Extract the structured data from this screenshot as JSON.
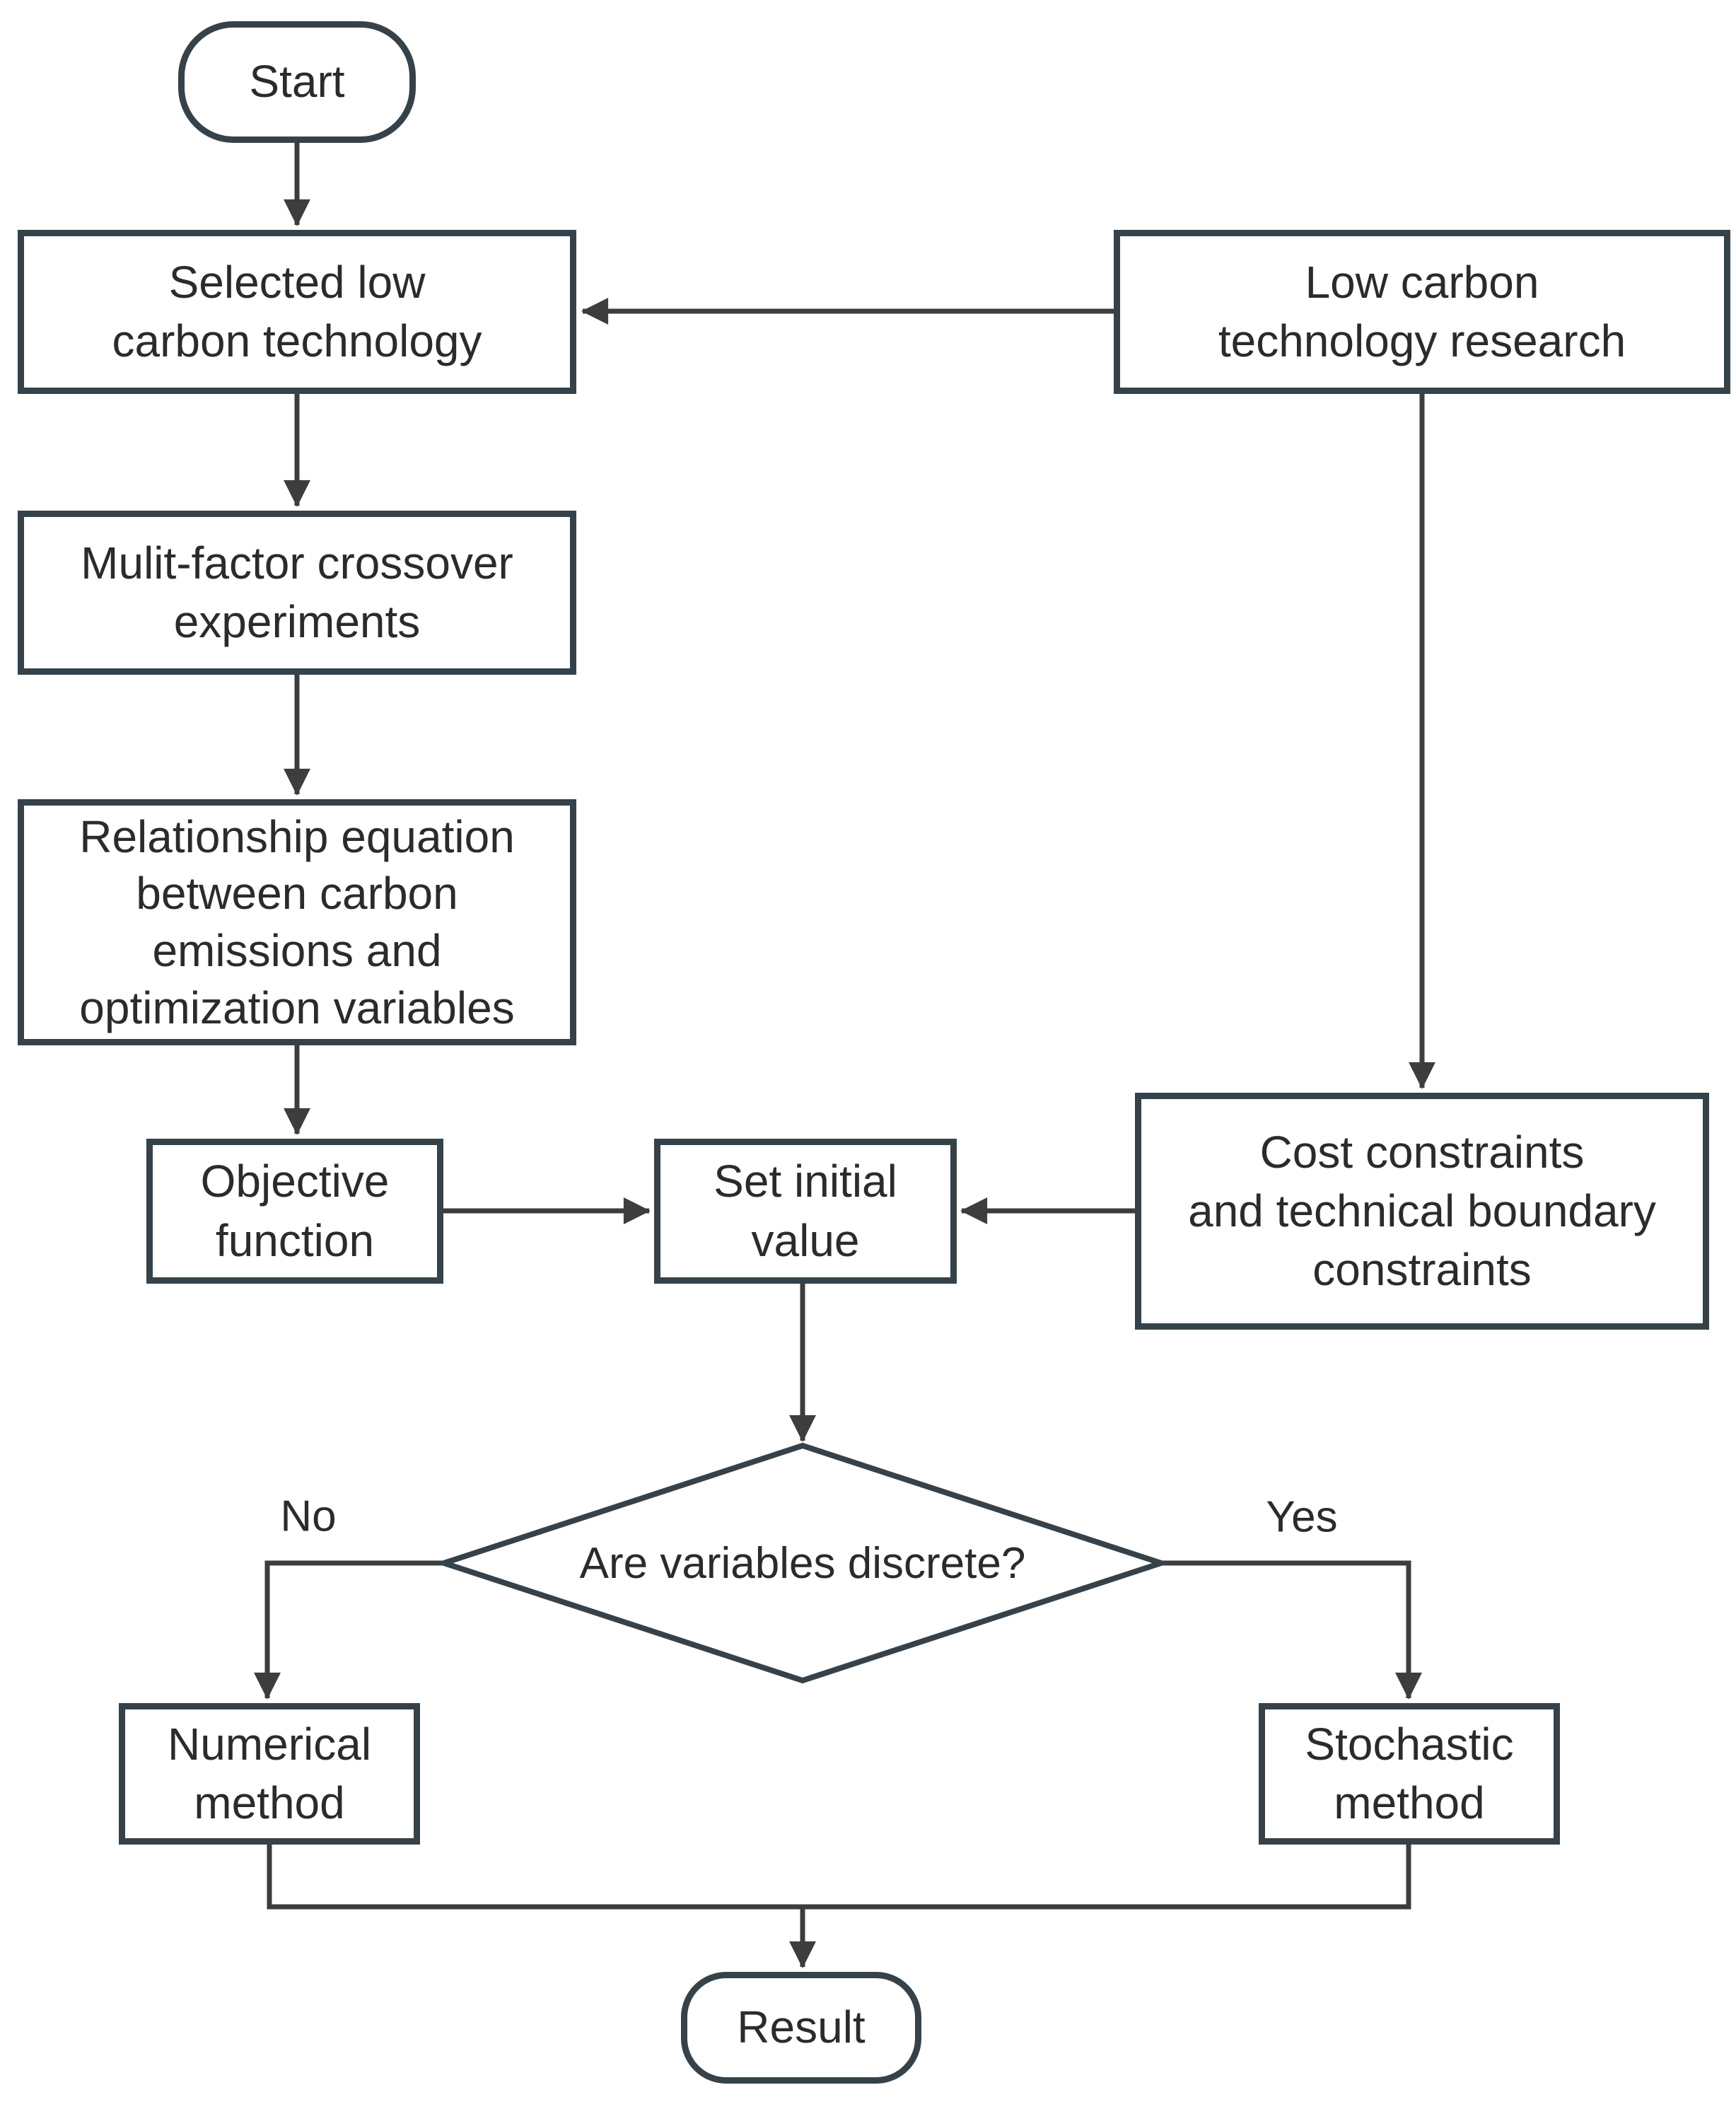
{
  "diagram": {
    "type": "flowchart",
    "background": "#ffffff",
    "colors": {
      "node_border": "#36424a",
      "connector": "#3d3d3d",
      "text": "#2b2b2b"
    },
    "nodes": {
      "start": {
        "label": "Start"
      },
      "selected_low_carbon_technology": {
        "label": "Selected low\ncarbon technology"
      },
      "low_carbon_technology_research": {
        "label": "Low carbon\ntechnology research"
      },
      "multi_factor_crossover_experiments": {
        "label": "Mulit-factor crossover\nexperiments"
      },
      "relationship_equation": {
        "label": "Relationship equation\nbetween carbon\nemissions and\noptimization variables"
      },
      "objective_function": {
        "label": "Objective\nfunction"
      },
      "set_initial_value": {
        "label": "Set initial\nvalue"
      },
      "cost_constraints": {
        "label": "Cost constraints\nand technical boundary\nconstraints"
      },
      "are_variables_discrete": {
        "label": "Are variables discrete?"
      },
      "numerical_method": {
        "label": "Numerical\nmethod"
      },
      "stochastic_method": {
        "label": "Stochastic\nmethod"
      },
      "result": {
        "label": "Result"
      }
    },
    "edge_labels": {
      "no": "No",
      "yes": "Yes"
    }
  }
}
